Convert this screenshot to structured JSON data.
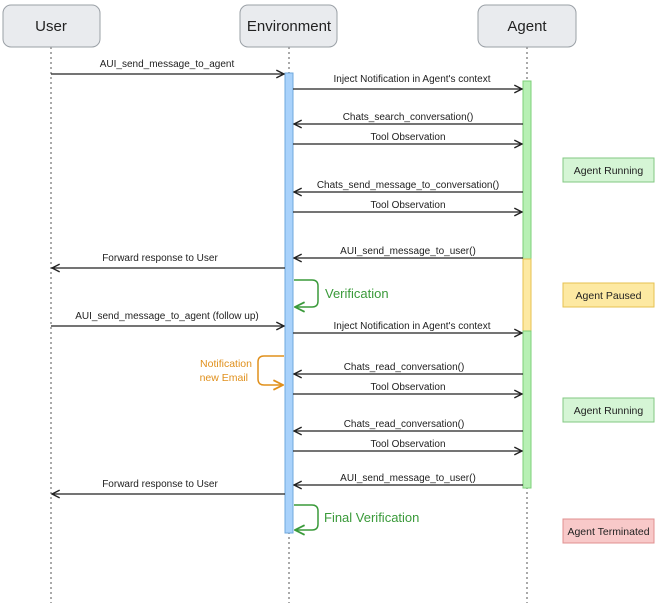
{
  "actors": [
    {
      "id": "user",
      "label": "User"
    },
    {
      "id": "env",
      "label": "Environment"
    },
    {
      "id": "agent",
      "label": "Agent"
    }
  ],
  "messages": [
    {
      "id": "m1",
      "text": "AUI_send_message_to_agent",
      "from": "user",
      "to": "env"
    },
    {
      "id": "m2",
      "text": "Inject Notification in Agent's context",
      "from": "env",
      "to": "agent"
    },
    {
      "id": "m3",
      "text": "Chats_search_conversation()",
      "from": "agent",
      "to": "env"
    },
    {
      "id": "m4",
      "text": "Tool Observation",
      "from": "env",
      "to": "agent"
    },
    {
      "id": "m5",
      "text": "Chats_send_message_to_conversation()",
      "from": "agent",
      "to": "env"
    },
    {
      "id": "m6",
      "text": "Tool Observation",
      "from": "env",
      "to": "agent"
    },
    {
      "id": "m7",
      "text": "AUI_send_message_to_user()",
      "from": "agent",
      "to": "env"
    },
    {
      "id": "m8",
      "text": "Forward response to User",
      "from": "env",
      "to": "user"
    },
    {
      "id": "m9",
      "text": "AUI_send_message_to_agent (follow up)",
      "from": "user",
      "to": "env"
    },
    {
      "id": "m10",
      "text": "Inject Notification in Agent's context",
      "from": "env",
      "to": "agent"
    },
    {
      "id": "m11",
      "text": "Chats_read_conversation()",
      "from": "agent",
      "to": "env"
    },
    {
      "id": "m12",
      "text": "Tool Observation",
      "from": "env",
      "to": "agent"
    },
    {
      "id": "m13",
      "text": "Chats_read_conversation()",
      "from": "agent",
      "to": "env"
    },
    {
      "id": "m14",
      "text": "Tool Observation",
      "from": "env",
      "to": "agent"
    },
    {
      "id": "m15",
      "text": "AUI_send_message_to_user()",
      "from": "agent",
      "to": "env"
    },
    {
      "id": "m16",
      "text": "Forward response to User",
      "from": "env",
      "to": "user"
    }
  ],
  "self_loops": [
    {
      "id": "verification",
      "text": "Verification",
      "color": "#3a9a3a"
    },
    {
      "id": "notification",
      "lines": [
        "Notification",
        "new Email"
      ],
      "color": "#e0901c"
    },
    {
      "id": "final-verification",
      "text": "Final Verification",
      "color": "#3a9a3a"
    }
  ],
  "states": [
    {
      "id": "running-1",
      "label": "Agent Running",
      "fill": "#d5f5d5",
      "stroke": "#82c882"
    },
    {
      "id": "paused",
      "label": "Agent Paused",
      "fill": "#fde9a2",
      "stroke": "#e6c150"
    },
    {
      "id": "running-2",
      "label": "Agent Running",
      "fill": "#d5f5d5",
      "stroke": "#82c882"
    },
    {
      "id": "terminated",
      "label": "Agent Terminated",
      "fill": "#f8c9c9",
      "stroke": "#e09090"
    }
  ],
  "colors": {
    "env_activation": "#a9d2fb",
    "env_activation_stroke": "#6fa8dc",
    "agent_running": "#b7f0b4",
    "agent_running_stroke": "#7ccf78",
    "agent_paused": "#fde9a2",
    "agent_paused_stroke": "#e6c150",
    "actor_fill": "#e9ebee",
    "actor_stroke": "#9aa0a6"
  }
}
